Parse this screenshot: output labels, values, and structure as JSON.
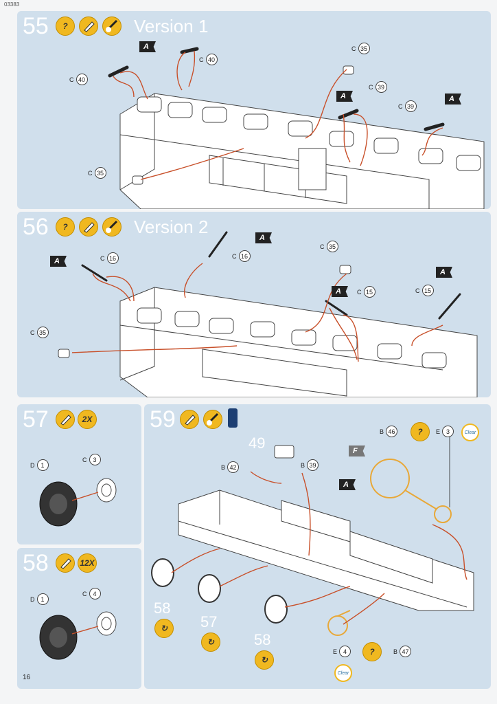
{
  "page_code": "03383",
  "page_number": "16",
  "steps": {
    "s55": {
      "number": "55",
      "title": "Version 1",
      "icons": [
        "?",
        "brush-icon",
        "paint-icon"
      ],
      "callouts": {
        "c40a": {
          "prefix": "C",
          "num": "40"
        },
        "c40b": {
          "prefix": "C",
          "num": "40"
        },
        "c35a": {
          "prefix": "C",
          "num": "35"
        },
        "c39a": {
          "prefix": "C",
          "num": "39"
        },
        "c39b": {
          "prefix": "C",
          "num": "39"
        },
        "c35b": {
          "prefix": "C",
          "num": "35"
        }
      },
      "flags": [
        "A",
        "A",
        "A"
      ]
    },
    "s56": {
      "number": "56",
      "title": "Version 2",
      "icons": [
        "?",
        "brush-icon",
        "paint-icon"
      ],
      "callouts": {
        "c16a": {
          "prefix": "C",
          "num": "16"
        },
        "c16b": {
          "prefix": "C",
          "num": "16"
        },
        "c35a": {
          "prefix": "C",
          "num": "35"
        },
        "c15a": {
          "prefix": "C",
          "num": "15"
        },
        "c15b": {
          "prefix": "C",
          "num": "15"
        },
        "c35b": {
          "prefix": "C",
          "num": "35"
        }
      },
      "flags": [
        "A",
        "A",
        "A",
        "A"
      ]
    },
    "s57": {
      "number": "57",
      "qty": "2X",
      "callouts": {
        "d1": {
          "prefix": "D",
          "num": "1"
        },
        "c3": {
          "prefix": "C",
          "num": "3"
        }
      }
    },
    "s58": {
      "number": "58",
      "qty": "12X",
      "callouts": {
        "d1": {
          "prefix": "D",
          "num": "1"
        },
        "c4": {
          "prefix": "C",
          "num": "4"
        }
      }
    },
    "s59": {
      "number": "59",
      "sub_number": "49",
      "callouts": {
        "b46": {
          "prefix": "B",
          "num": "46"
        },
        "e3": {
          "prefix": "E",
          "num": "3"
        },
        "b42": {
          "prefix": "B",
          "num": "42"
        },
        "b39": {
          "prefix": "B",
          "num": "39"
        },
        "e4": {
          "prefix": "E",
          "num": "4"
        },
        "b47": {
          "prefix": "B",
          "num": "47"
        }
      },
      "flags": [
        "F",
        "A"
      ],
      "clear_label": "Clear",
      "step_refs": [
        "58",
        "57",
        "58"
      ]
    }
  }
}
